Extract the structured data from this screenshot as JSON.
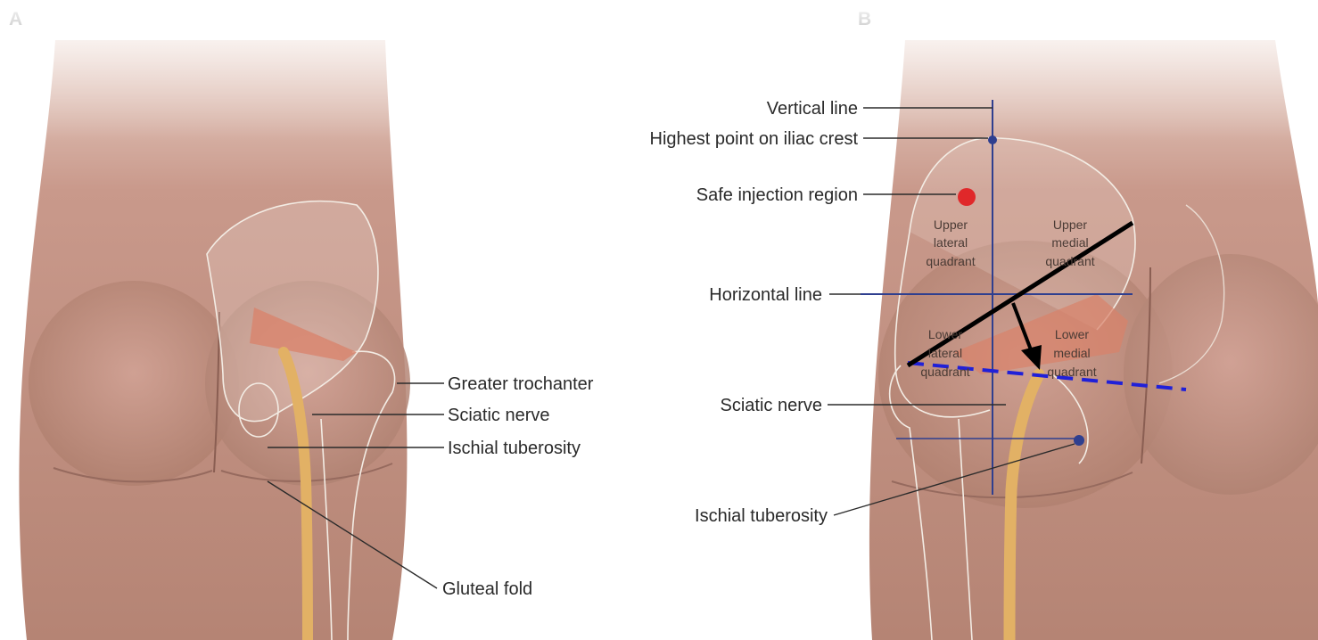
{
  "panels": {
    "a": {
      "letter": "A",
      "labels": {
        "greater_trochanter": "Greater trochanter",
        "sciatic_nerve": "Sciatic nerve",
        "ischial_tuberosity": "Ischial tuberosity",
        "gluteal_fold": "Gluteal fold"
      }
    },
    "b": {
      "letter": "B",
      "labels": {
        "vertical_line": "Vertical line",
        "highest_point": "Highest point on iliac crest",
        "safe_region": "Safe injection region",
        "horizontal_line": "Horizontal line",
        "sciatic_nerve": "Sciatic nerve",
        "ischial_tuberosity": "Ischial tuberosity"
      },
      "quadrants": {
        "upper_lateral": [
          "Upper",
          "lateral",
          "quadrant"
        ],
        "upper_medial": [
          "Upper",
          "medial",
          "quadrant"
        ],
        "lower_lateral": [
          "Lower",
          "lateral",
          "quadrant"
        ],
        "lower_medial": [
          "Lower",
          "medial",
          "quadrant"
        ]
      }
    }
  },
  "colors": {
    "skin": "#c99a8e",
    "skin_shadow": "#a8766c",
    "bone_outline": "#f3ece4",
    "nerve": "#e2b165",
    "muscle": "#d9826a",
    "guide_line": "#2f3f8f",
    "safe_dot": "#e0282a",
    "dashed_line": "#2020d8",
    "arrow": "#000000"
  }
}
